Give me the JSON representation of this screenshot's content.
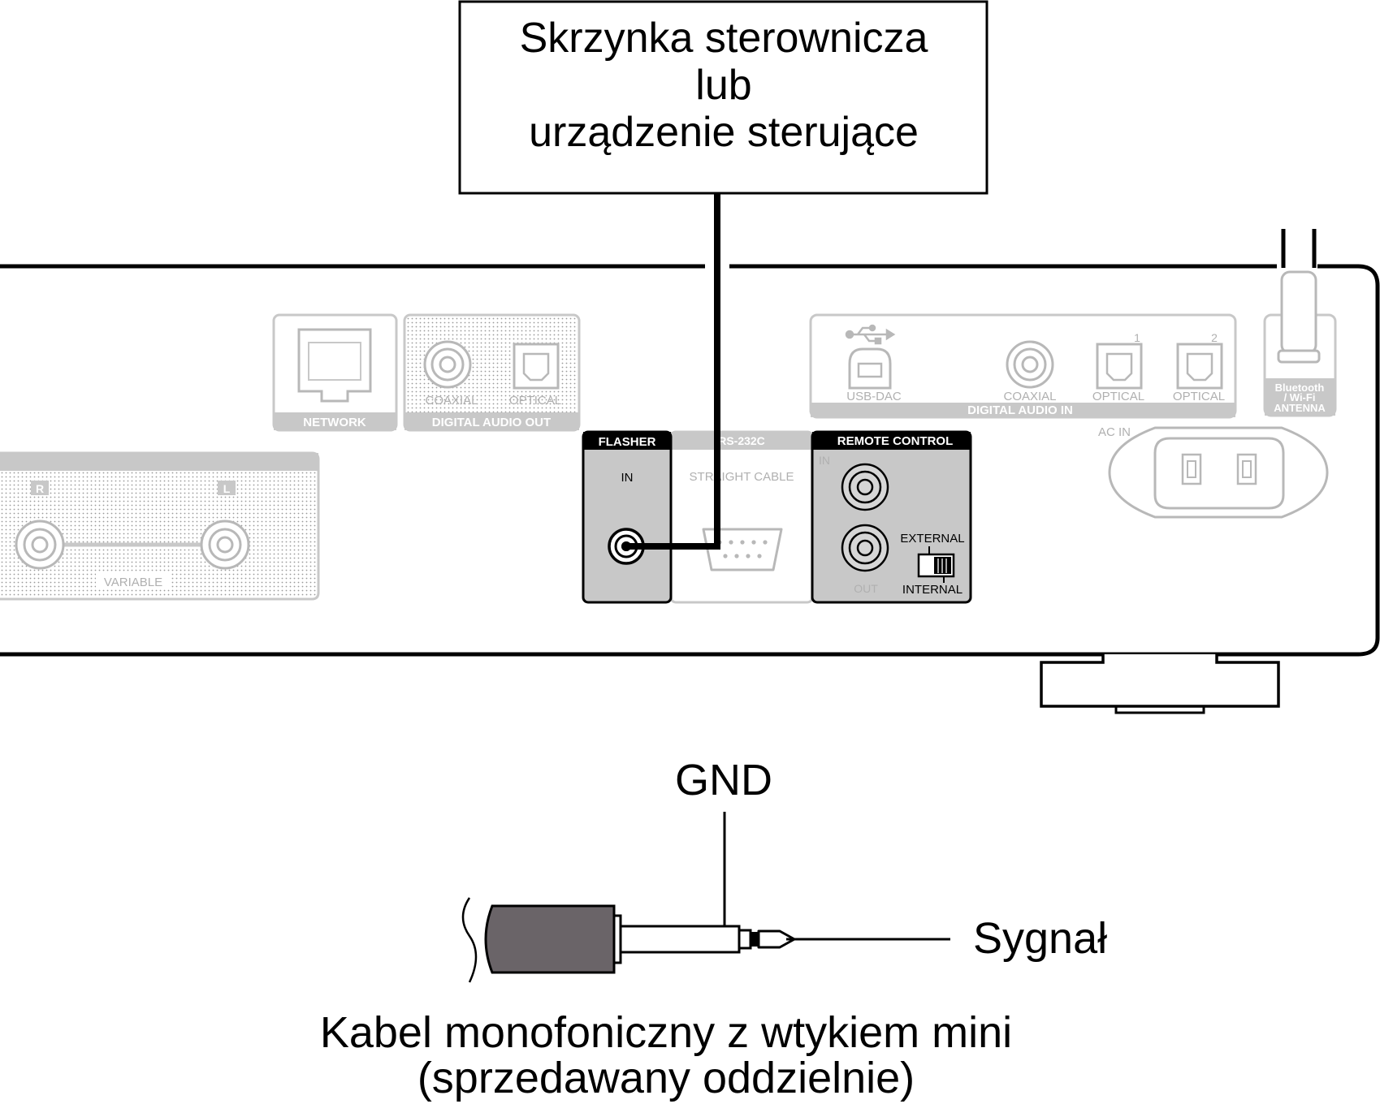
{
  "controller_box": {
    "line1": "Skrzynka sterownicza",
    "line2": "lub",
    "line3": "urządzenie sterujące"
  },
  "panel": {
    "network": "NETWORK",
    "digital_out": {
      "group": "DIGITAL AUDIO OUT",
      "coaxial": "COAXIAL",
      "optical": "OPTICAL"
    },
    "analog": {
      "r": "R",
      "l": "L",
      "variable": "VARIABLE"
    },
    "flasher": {
      "header": "FLASHER",
      "in": "IN"
    },
    "rs232c": {
      "header": "RS-232C",
      "cable": "STRAIGHT CABLE"
    },
    "remote": {
      "header": "REMOTE CONTROL",
      "in": "IN",
      "out": "OUT",
      "external": "EXTERNAL",
      "internal": "INTERNAL"
    },
    "digital_in": {
      "group": "DIGITAL AUDIO IN",
      "usb": "USB-DAC",
      "coaxial": "COAXIAL",
      "optical1": "OPTICAL",
      "optical2": "OPTICAL",
      "num1": "1",
      "num2": "2"
    },
    "antenna": {
      "line1": "Bluetooth",
      "line2": "/ Wi-Fi",
      "line3": "ANTENNA"
    },
    "ac_in": "AC IN"
  },
  "plug": {
    "gnd": "GND",
    "signal": "Sygnał",
    "caption1": "Kabel monofoniczny z wtykiem mini",
    "caption2": "(sprzedawany oddzielnie)"
  },
  "colors": {
    "outline": "#000000",
    "light_gray": "#b0b0b0",
    "panel_fill": "#c8c8c8",
    "plug_body": "#6a6468"
  }
}
